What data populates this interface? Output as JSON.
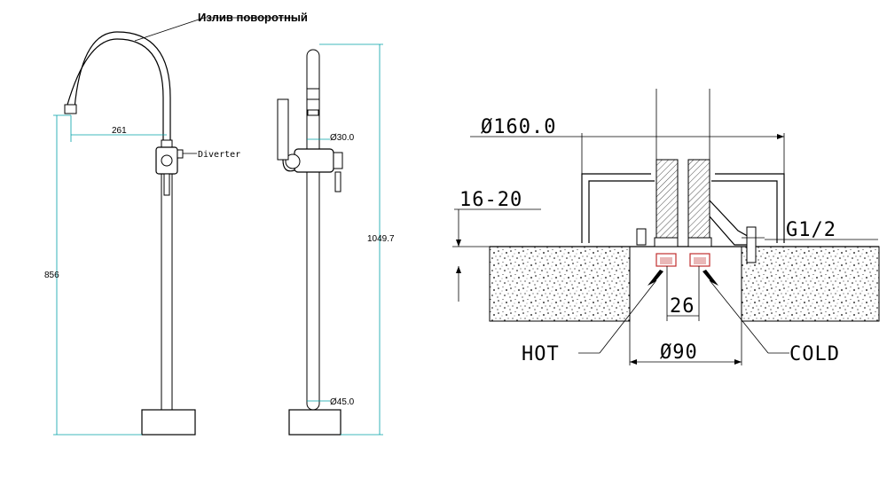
{
  "annotations": {
    "spout_label": "Излив поворотный",
    "diverter": "Diverter",
    "reach": "261",
    "spout_height": "856",
    "total_height": "1049.7",
    "dia_body": "Ø30.0",
    "dia_base": "Ø45.0"
  },
  "install": {
    "flange": "Ø160.0",
    "depth": "16-20",
    "thread": "G1/2",
    "spacing": "26",
    "hole": "Ø90",
    "hot": "HOT",
    "cold": "COLD"
  },
  "colors": {
    "dimension": "#00a0a8",
    "fitting": "#c03030"
  }
}
